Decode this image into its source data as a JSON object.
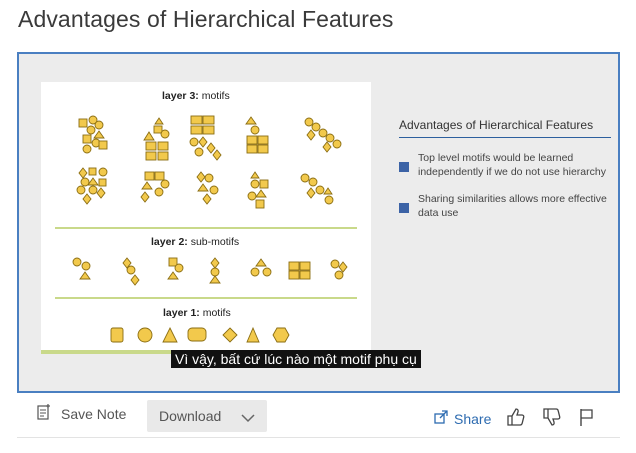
{
  "page": {
    "title": "Advantages of Hierarchical Features"
  },
  "slide": {
    "figure": {
      "layer3": {
        "bold": "layer 3:",
        "rest": " motifs"
      },
      "layer2": {
        "bold": "layer 2:",
        "rest": " sub-motifs"
      },
      "layer1": {
        "bold": "layer 1:",
        "rest": " motifs"
      },
      "shape_fill": "#f2c94c",
      "shape_stroke": "#8a6d12",
      "divider_color": "#c9d98a"
    },
    "panel": {
      "title": "Advantages of Hierarchical Features",
      "bullets": [
        "Top level motifs would be learned independently if we do not use hierarchy",
        "Sharing similarities allows more effective data use"
      ],
      "bullet_color": "#3c63a6"
    },
    "subtitle": "Vì vậy, bất cứ lúc nào một motif phụ cụ"
  },
  "toolbar": {
    "save_note_label": "Save Note",
    "download_label": "Download",
    "share_label": "Share"
  },
  "colors": {
    "frame_border": "#4a7fc1",
    "link": "#2d6bb0"
  }
}
